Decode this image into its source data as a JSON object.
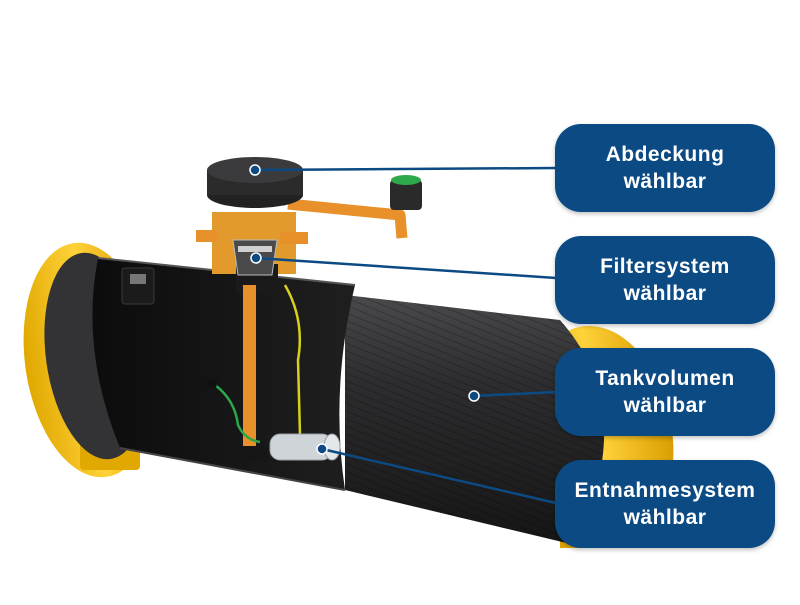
{
  "callouts": [
    {
      "id": "abdeckung",
      "line1": "Abdeckung",
      "line2": "wählbar"
    },
    {
      "id": "filtersystem",
      "line1": "Filtersystem",
      "line2": "wählbar"
    },
    {
      "id": "tankvolumen",
      "line1": "Tankvolumen",
      "line2": "wählbar"
    },
    {
      "id": "entnahmesystem",
      "line1": "Entnahmesystem",
      "line2": "wählbar"
    }
  ],
  "colors": {
    "callout_fill": "#0c4a84",
    "tank_body": "#2a2a2c",
    "flange": "#f2c21a",
    "pipe": "#e8902a"
  }
}
